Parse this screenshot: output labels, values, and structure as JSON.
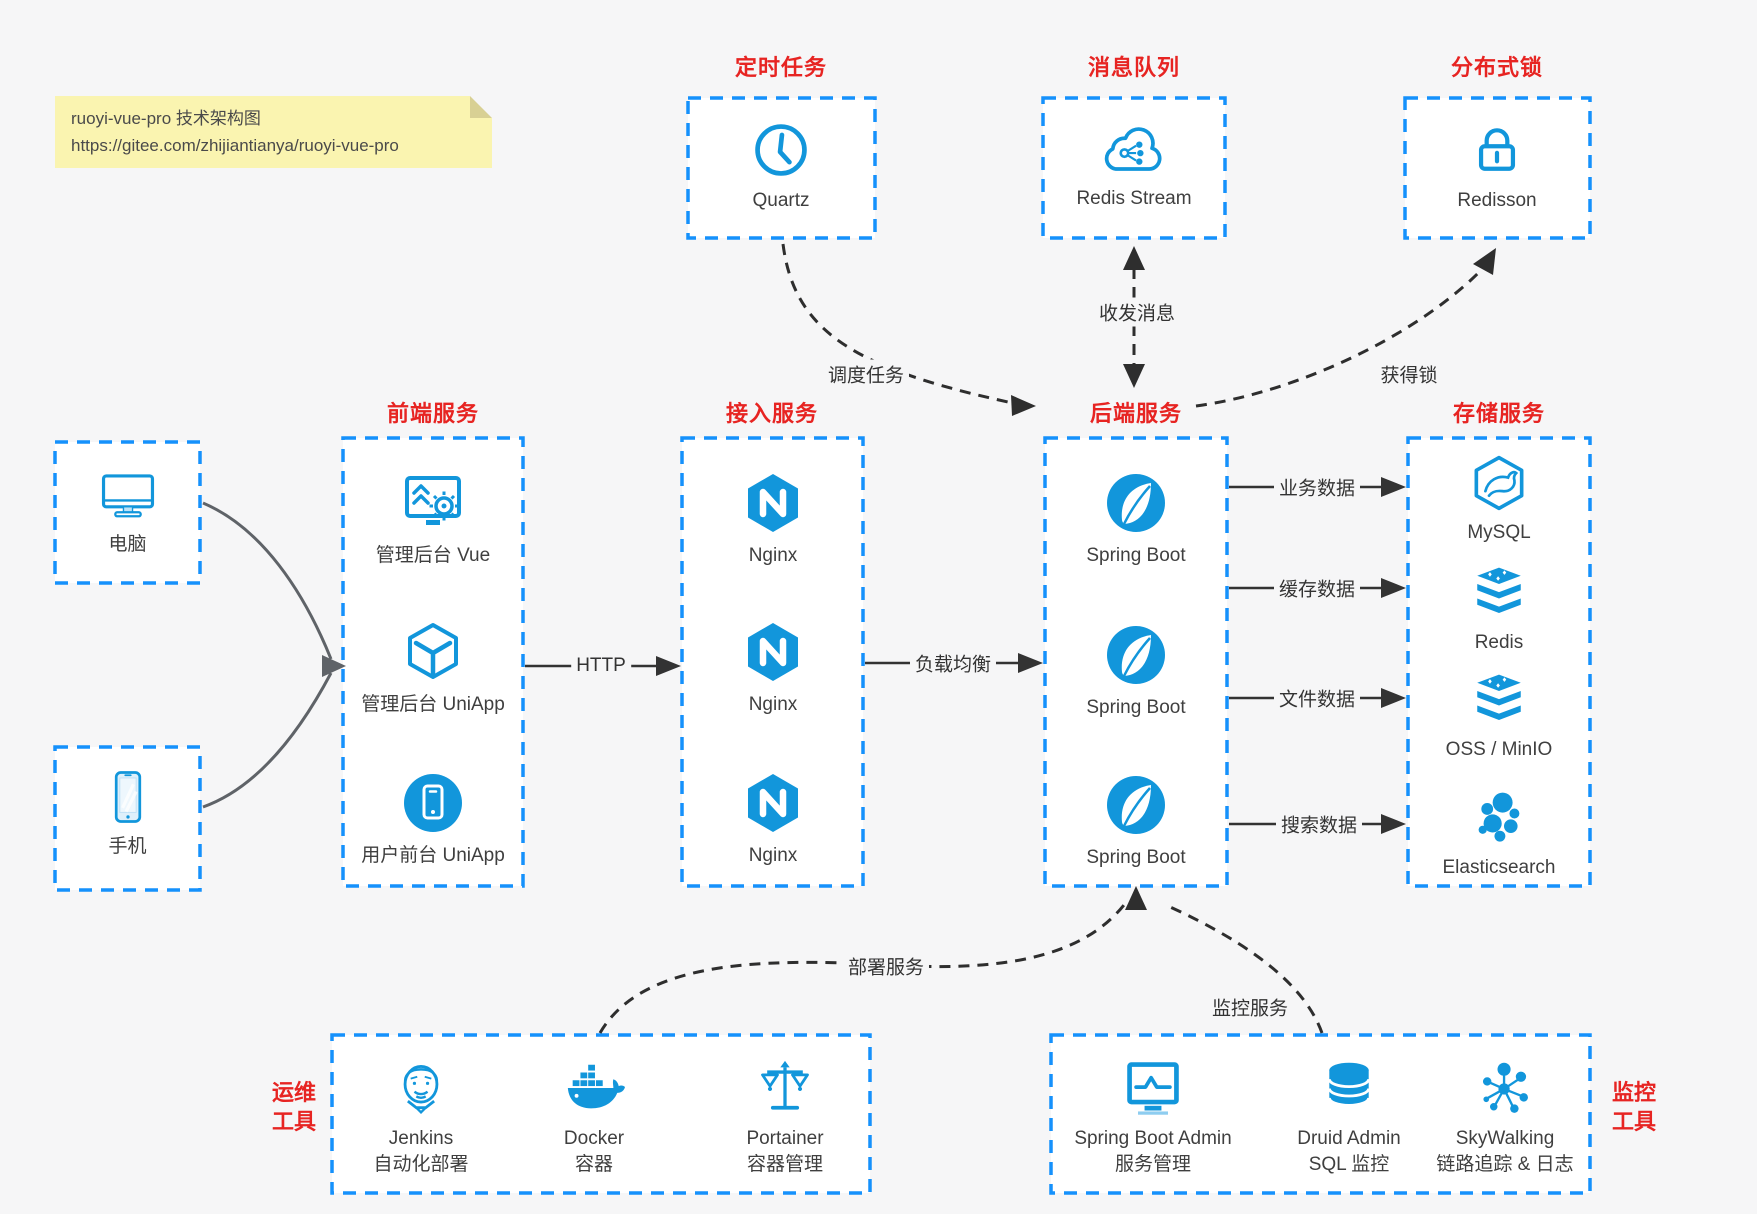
{
  "colors": {
    "page_bg": "#f6f6f7",
    "box_border_blue": "#1591fc",
    "icon_blue": "#1296db",
    "title_red": "#e72422",
    "note_bg": "#faf4b0",
    "arrow_dark": "#333333",
    "client_arrow_gray": "#5f6368"
  },
  "note": {
    "line1": "ruoyi-vue-pro 技术架构图",
    "line2": "https://gitee.com/zhijiantianya/ruoyi-vue-pro"
  },
  "top_groups": [
    {
      "title": "定时任务",
      "item": {
        "icon": "clock-icon",
        "label": "Quartz"
      }
    },
    {
      "title": "消息队列",
      "item": {
        "icon": "cloud-stream-icon",
        "label": "Redis Stream"
      }
    },
    {
      "title": "分布式锁",
      "item": {
        "icon": "lock-icon",
        "label": "Redisson"
      }
    }
  ],
  "clients": [
    {
      "icon": "desktop-icon",
      "label": "电脑"
    },
    {
      "icon": "smartphone-icon",
      "label": "手机"
    }
  ],
  "service_groups": [
    {
      "title": "前端服务",
      "items": [
        {
          "icon": "admin-vue-icon",
          "label": "管理后台 Vue"
        },
        {
          "icon": "uniapp-cube-icon",
          "label": "管理后台 UniApp"
        },
        {
          "icon": "user-app-icon",
          "label": "用户前台 UniApp"
        }
      ]
    },
    {
      "title": "接入服务",
      "items": [
        {
          "icon": "nginx-icon",
          "label": "Nginx"
        },
        {
          "icon": "nginx-icon",
          "label": "Nginx"
        },
        {
          "icon": "nginx-icon",
          "label": "Nginx"
        }
      ]
    },
    {
      "title": "后端服务",
      "items": [
        {
          "icon": "spring-boot-icon",
          "label": "Spring Boot"
        },
        {
          "icon": "spring-boot-icon",
          "label": "Spring Boot"
        },
        {
          "icon": "spring-boot-icon",
          "label": "Spring Boot"
        }
      ]
    },
    {
      "title": "存储服务",
      "items": [
        {
          "icon": "mysql-icon",
          "label": "MySQL"
        },
        {
          "icon": "redis-icon",
          "label": "Redis"
        },
        {
          "icon": "oss-icon",
          "label": "OSS / MinIO"
        },
        {
          "icon": "elasticsearch-icon",
          "label": "Elasticsearch"
        }
      ]
    }
  ],
  "edges": {
    "http": "HTTP",
    "load_balance": "负载均衡",
    "business_data": "业务数据",
    "cache_data": "缓存数据",
    "file_data": "文件数据",
    "search_data": "搜索数据",
    "schedule_task": "调度任务",
    "send_receive_message": "收发消息",
    "acquire_lock": "获得锁",
    "deploy_service": "部署服务",
    "monitor_service": "监控服务"
  },
  "bottom_groups": [
    {
      "side_label": [
        "运维",
        "工具"
      ],
      "items": [
        {
          "icon": "jenkins-icon",
          "label": "Jenkins",
          "sublabel": "自动化部署"
        },
        {
          "icon": "docker-icon",
          "label": "Docker",
          "sublabel": "容器"
        },
        {
          "icon": "portainer-icon",
          "label": "Portainer",
          "sublabel": "容器管理"
        }
      ]
    },
    {
      "side_label": [
        "监控",
        "工具"
      ],
      "items": [
        {
          "icon": "spring-boot-admin-icon",
          "label": "Spring Boot Admin",
          "sublabel": "服务管理"
        },
        {
          "icon": "druid-icon",
          "label": "Druid Admin",
          "sublabel": "SQL 监控"
        },
        {
          "icon": "skywalking-icon",
          "label": "SkyWalking",
          "sublabel": "链路追踪 & 日志"
        }
      ]
    }
  ]
}
